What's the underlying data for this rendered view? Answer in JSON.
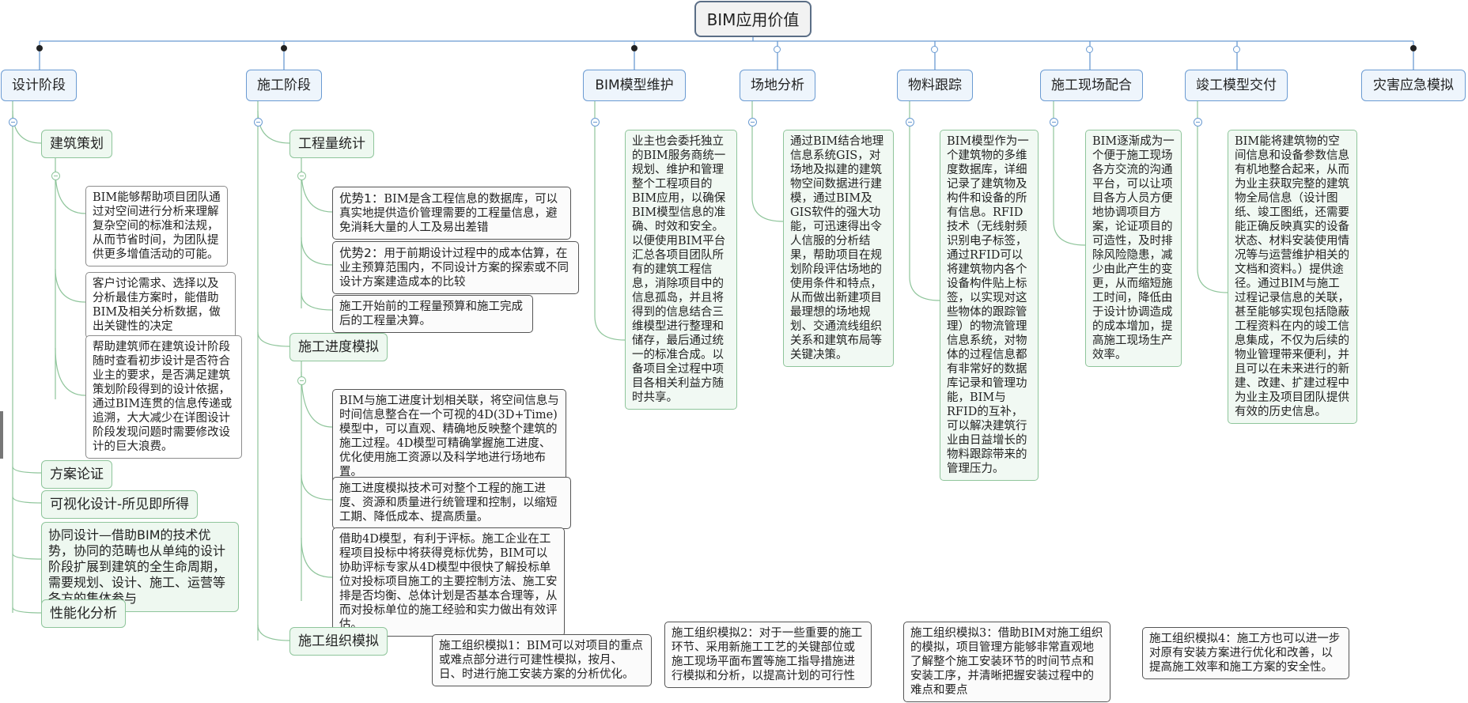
{
  "root": {
    "title": "BIM应用价值"
  },
  "branches": {
    "design": "设计阶段",
    "construction": "施工阶段",
    "model_maintenance": "BIM模型维护",
    "site_analysis": "场地分析",
    "material_tracking": "物料跟踪",
    "site_coordination": "施工现场配合",
    "completion_delivery": "竣工模型交付",
    "disaster_simulation": "灾害应急模拟"
  },
  "design": {
    "planning": "建筑策划",
    "planning_notes": [
      "BIM能够帮助项目团队通过对空间进行分析来理解复杂空间的标准和法规，从而节省时间，为团队提供更多增值活动的可能。",
      "客户讨论需求、选择以及分析最佳方案时，能借助BIM及相关分析数据，做出关键性的决定",
      "帮助建筑师在建筑设计阶段随时查看初步设计是否符合业主的要求，是否满足建筑策划阶段得到的设计依据，通过BIM连贯的信息传递或追溯，大大减少在详图设计阶段发现问题时需要修改设计的巨大浪费。"
    ],
    "scheme": "方案论证",
    "visual": "可视化设计-所见即所得",
    "collab": "协同设计—借助BIM的技术优势，协同的范畴也从单纯的设计阶段扩展到建筑的全生命周期，需要规划、设计、施工、运营等各方的集体参与",
    "performance": "性能化分析"
  },
  "construction": {
    "quantity": "工程量统计",
    "advantage1_label": "优势1：",
    "advantage1_text": "BIM是含工程信息的数据库，可以真实地提供造价管理需要的工程量信息，避免消耗大量的人工及易出差错",
    "advantage2_label": "优势2：",
    "advantage2_text": "用于前期设计过程中的成本估算，在业主预算范围内，不同设计方案的探索或不同设计方案建造成本的比较",
    "quantity_note": "施工开始前的工程量预算和施工完成后的工程量决算。",
    "schedule": "施工进度模拟",
    "schedule_notes": [
      "BIM与施工进度计划相关联，将空间信息与时间信息整合在一个可视的4D(3D+Time)模型中，可以直观、精确地反映整个建筑的施工过程。4D模型可精确掌握施工进度、优化使用施工资源以及科学地进行场地布置。",
      "施工进度模拟技术可对整个工程的施工进度、资源和质量进行统管理和控制，以缩短工期、降低成本、提高质量。",
      "借助4D模型，有利于评标。施工企业在工程项目投标中将获得竞标优势，BIM可以协助评标专家从4D模型中很快了解投标单位对投标项目施工的主要控制方法、施工安排是否均衡、总体计划是否基本合理等，从而对投标单位的施工经验和实力做出有效评估。"
    ],
    "organization": "施工组织模拟",
    "organization_notes": [
      "施工组织模拟1：BIM可以对项目的重点或难点部分进行可建性模拟，按月、日、时进行施工安装方案的分析优化。",
      "施工组织模拟2：对于一些重要的施工环节、采用新施工工艺的关键部位或施工现场平面布置等施工指导措施进行模拟和分析，以提高计划的可行性",
      "施工组织模拟3：借助BIM对施工组织的模拟，项目管理方能够非常直观地了解整个施工安装环节的时间节点和安装工序，并清晰把握安装过程中的难点和要点",
      "施工组织模拟4：施工方也可以进一步对原有安装方案进行优化和改善，以提高施工效率和施工方案的安全性。"
    ]
  },
  "model_maintenance": {
    "note": "业主也会委托独立的BIM服务商统一规划、维护和管理整个工程项目的BIM应用，以确保BIM模型信息的准确、时效和安全。以便使用BIM平台汇总各项目团队所有的建筑工程信息，消除项目中的信息孤岛，并且将得到的信息结合三维模型进行整理和储存，最后通过统一的标准合成。以备项目全过程中项目各相关利益方随时共享。"
  },
  "site_analysis": {
    "note": "通过BIM结合地理信息系统GIS，对场地及拟建的建筑物空间数据进行建模，通过BIM及GIS软件的强大功能，可迅速得出令人信服的分析结果，帮助项目在规划阶段评估场地的使用条件和特点，从而做出新建项目最理想的场地规划、交通流线组织关系和建筑布局等关键决策。"
  },
  "material_tracking": {
    "note": "BIM模型作为一个建筑物的多维度数据库，详细记录了建筑物及构件和设备的所有信息。RFID技术（无线射频识别电子标签，通过RFID可以将建筑物内各个设备构件贴上标签，以实现对这些物体的跟踪管理）的物流管理信息系统，对物体的过程信息都有非常好的数据库记录和管理功能，BIM与RFID的互补，可以解决建筑行业由日益增长的物料跟踪带来的管理压力。"
  },
  "site_coordination": {
    "note": "BIM逐渐成为一个便于施工现场各方交流的沟通平台，可以让项目各方人员方便地协调项目方案，论证项目的可造性，及时排除风险隐患，减少由此产生的变更，从而缩短施工时间，降低由于设计协调造成的成本增加，提高施工现场生产效率。"
  },
  "completion_delivery": {
    "note": "BIM能将建筑物的空间信息和设备参数信息有机地整合起来，从而为业主获取完整的建筑物全局信息（设计图纸、竣工图纸，还需要能正确反映真实的设备状态、材料安装使用情况等与运营维护相关的文档和资料。）提供途径。通过BIM与施工过程记录信息的关联，甚至能够实现包括隐蔽工程资料在内的竣工信息集成，不仅为后续的物业管理带来便利，并且可以在未来进行的新建、改建、扩建过程中为业主及项目团队提供有效的历史信息。"
  }
}
